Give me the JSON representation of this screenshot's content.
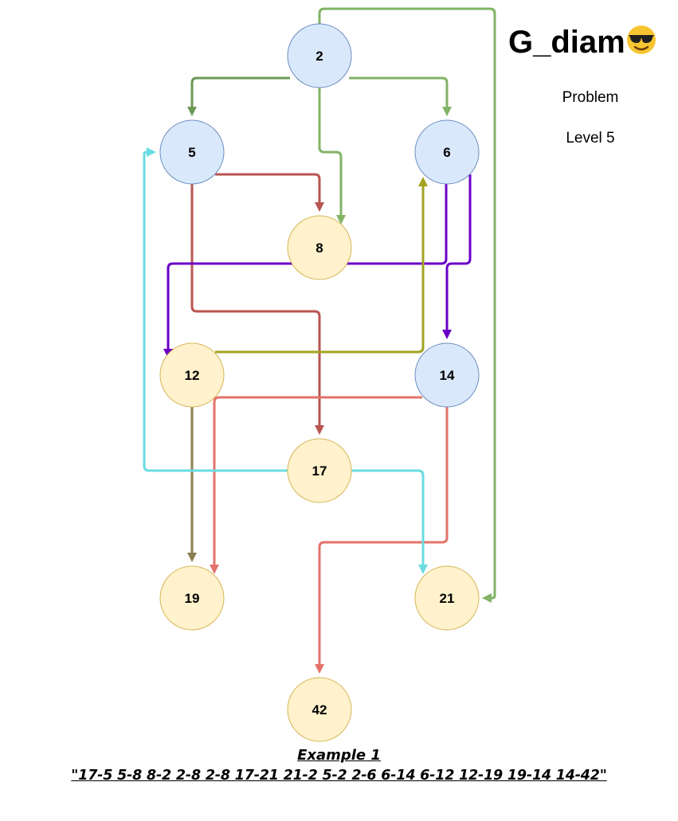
{
  "title": "G_diam",
  "title_emoji": "sunglasses-face",
  "subtitle": "Problem",
  "level": "Level 5",
  "example_title": "Example 1",
  "example_text": "\"17-5 5-8 8-2 2-8 2-8 17-21 21-2 5-2 2-6 6-14 6-12 12-19 19-14 14-42\"",
  "colors": {
    "blue_node_fill": "#dae8fc",
    "blue_node_stroke": "#6c8ebf",
    "yellow_node_fill": "#fff2cc",
    "yellow_node_stroke": "#d6b656",
    "edge_green": "#82b366",
    "edge_dark_green": "#6a9955",
    "edge_brown_red": "#b85450",
    "edge_purple": "#6a00c8",
    "edge_olive": "#a3a321",
    "edge_cyan": "#6adce0",
    "edge_salmon": "#e3736a",
    "edge_khaki": "#8a7e50"
  },
  "nodes": [
    {
      "id": "2",
      "label": "2",
      "style": "blue"
    },
    {
      "id": "5",
      "label": "5",
      "style": "blue"
    },
    {
      "id": "6",
      "label": "6",
      "style": "blue"
    },
    {
      "id": "8",
      "label": "8",
      "style": "yellow"
    },
    {
      "id": "12",
      "label": "12",
      "style": "yellow"
    },
    {
      "id": "14",
      "label": "14",
      "style": "blue"
    },
    {
      "id": "17",
      "label": "17",
      "style": "yellow"
    },
    {
      "id": "19",
      "label": "19",
      "style": "yellow"
    },
    {
      "id": "21",
      "label": "21",
      "style": "yellow"
    },
    {
      "id": "42",
      "label": "42",
      "style": "yellow"
    }
  ],
  "edges": [
    {
      "from": "2",
      "to": "21",
      "color": "#82b366"
    },
    {
      "from": "2",
      "to": "5",
      "color": "#6a9955"
    },
    {
      "from": "2",
      "to": "6",
      "color": "#82b366"
    },
    {
      "from": "2",
      "to": "8",
      "color": "#82b366"
    },
    {
      "from": "5",
      "to": "8",
      "color": "#b85450"
    },
    {
      "from": "5",
      "to": "17",
      "color": "#b85450"
    },
    {
      "from": "6",
      "to": "12",
      "color": "#6a00c8"
    },
    {
      "from": "6",
      "to": "14",
      "color": "#6a00c8"
    },
    {
      "from": "12",
      "to": "6",
      "color": "#a3a321"
    },
    {
      "from": "12",
      "to": "19",
      "color": "#8a7e50"
    },
    {
      "from": "14",
      "to": "19",
      "color": "#e3736a"
    },
    {
      "from": "14",
      "to": "42",
      "color": "#e3736a"
    },
    {
      "from": "17",
      "to": "5",
      "color": "#6adce0"
    },
    {
      "from": "17",
      "to": "21",
      "color": "#6adce0"
    }
  ]
}
